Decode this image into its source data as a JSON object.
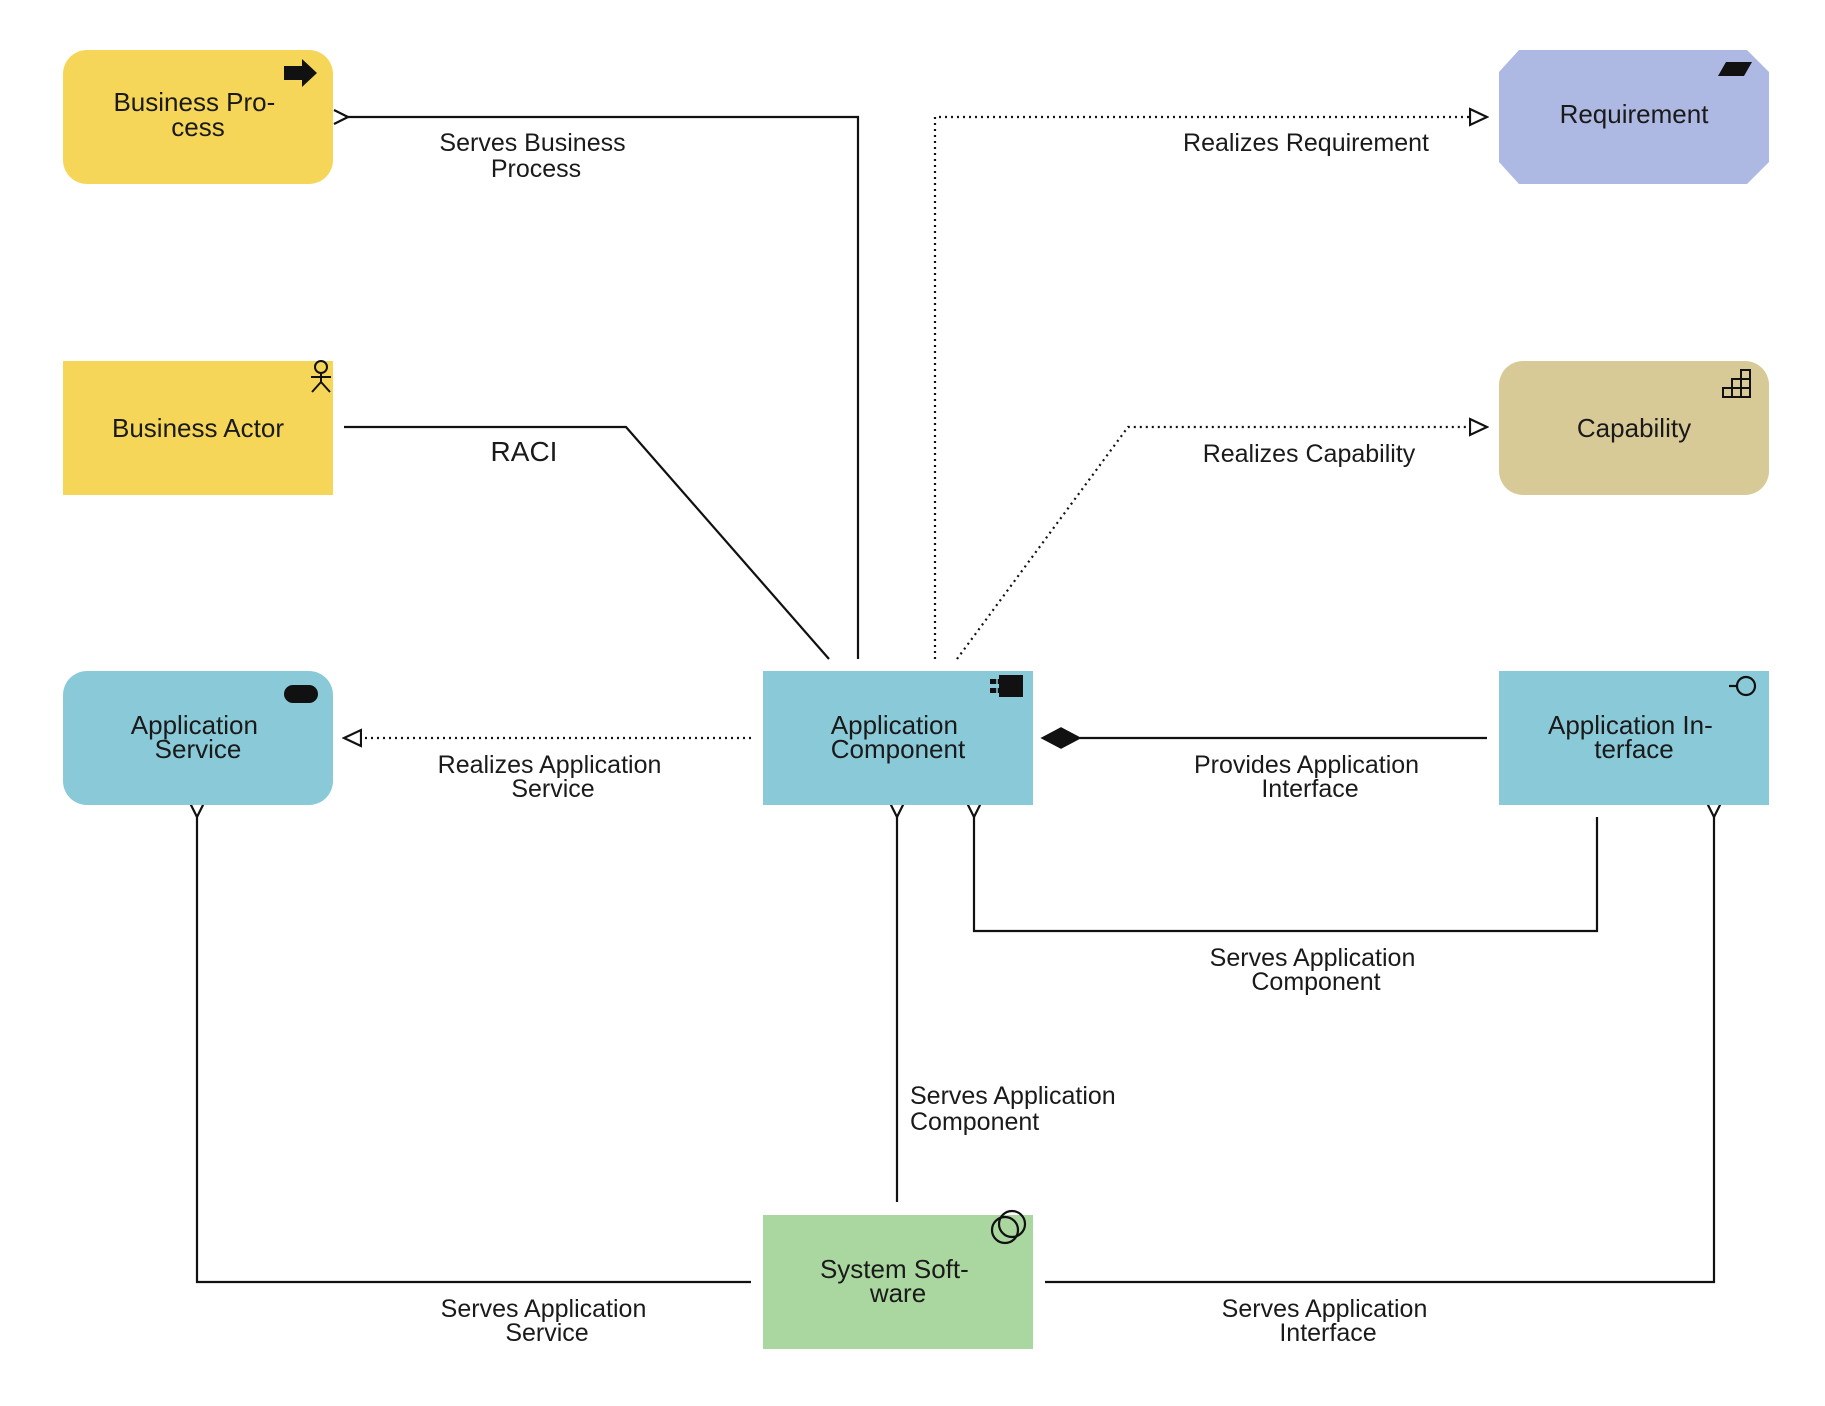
{
  "colors": {
    "business": "#f5d658",
    "requirement": "#adb9e2",
    "capability": "#d8ca97",
    "application": "#8ac9d8",
    "technology": "#aad79f"
  },
  "nodes": {
    "business_process": {
      "line1": "Business Pro-",
      "line2": "cess",
      "icon": "arrow-right-icon"
    },
    "business_actor": {
      "label": "Business Actor",
      "icon": "stick-figure-icon"
    },
    "application_service": {
      "line1": "Application",
      "line2": "Service",
      "icon": "pill-icon"
    },
    "application_component": {
      "line1": "Application",
      "line2": "Component",
      "icon": "component-icon"
    },
    "system_software": {
      "line1": "System Soft-",
      "line2": "ware",
      "icon": "overlapping-circles-icon"
    },
    "requirement": {
      "label": "Requirement",
      "icon": "parallelogram-icon"
    },
    "capability": {
      "label": "Capability",
      "icon": "stairs-grid-icon"
    },
    "application_interface": {
      "line1": "Application In-",
      "line2": "terface",
      "icon": "lollipop-icon"
    }
  },
  "edges": {
    "serves_business_process": {
      "line1": "Serves Business",
      "line2": "Process"
    },
    "raci": {
      "label": "RACI"
    },
    "realizes_requirement": {
      "label": "Realizes Requirement"
    },
    "realizes_capability": {
      "label": "Realizes Capability"
    },
    "realizes_application_service": {
      "line1": "Realizes Application",
      "line2": "Service"
    },
    "provides_application_interface": {
      "line1": "Provides Application",
      "line2": "Interface"
    },
    "serves_app_component_from_interface": {
      "line1": "Serves Application",
      "line2": "Component"
    },
    "serves_app_component_from_system": {
      "line1": "Serves Application",
      "line2": "Component"
    },
    "serves_application_service": {
      "line1": "Serves Application",
      "line2": "Service"
    },
    "serves_application_interface": {
      "line1": "Serves Application",
      "line2": "Interface"
    }
  }
}
